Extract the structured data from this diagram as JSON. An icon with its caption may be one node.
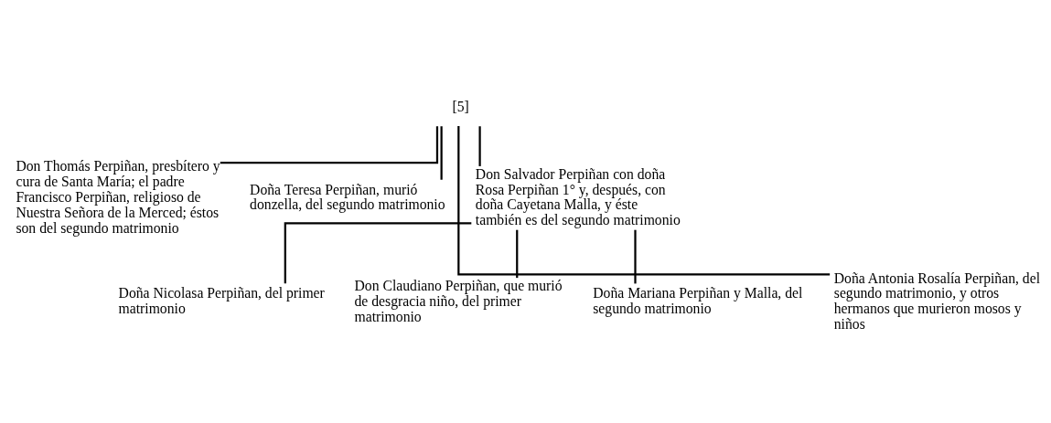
{
  "diagram": {
    "nodes": [
      {
        "text": [
          "[5]"
        ]
      },
      {
        "text": [
          "Don Thomás Perpiñan, presbítero y cura de Santa María; el padre Francisco Perpiñan, religioso de Nuestra Señora de la Merced; éstos son del segundo matrimonio"
        ]
      },
      {
        "text": [
          "Doña Teresa Perpiñan, murió donzella, del segundo matrimonio"
        ]
      },
      {
        "text": [
          "Don Salvador Perpiñan con doña Rosa Perpiñan 1° y, después, con doña Cayetana Malla, y éste también es del segundo matrimonio"
        ]
      },
      {
        "text": [
          "Doña Antonia Rosalía Perpiñan, del segundo matrimonio, y otros hermanos que murieron mosos y niños"
        ]
      },
      {
        "text": [
          "Doña Nicolasa Perpiñan, del primer matrimonio"
        ]
      },
      {
        "text": [
          "Don Claudiano Perpiñan, que murió de desgracia niño, del primer matrimonio"
        ]
      },
      {
        "text": [
          "Doña Mariana Perpiñan y Malla, del segundo matrimonio"
        ]
      }
    ],
    "edges": [
      {
        "from": 0,
        "to": 1,
        "arrow": "none"
      },
      {
        "from": 0,
        "to": 2,
        "arrow": "none"
      },
      {
        "from": 0,
        "to": 4,
        "arrow": "none"
      },
      {
        "from": 0,
        "to": 3,
        "arrow": "none"
      },
      {
        "from": 3,
        "to": 5,
        "arrow": "none"
      },
      {
        "from": 3,
        "to": 6,
        "arrow": "none"
      },
      {
        "from": 3,
        "to": 7,
        "arrow": "none"
      }
    ]
  }
}
